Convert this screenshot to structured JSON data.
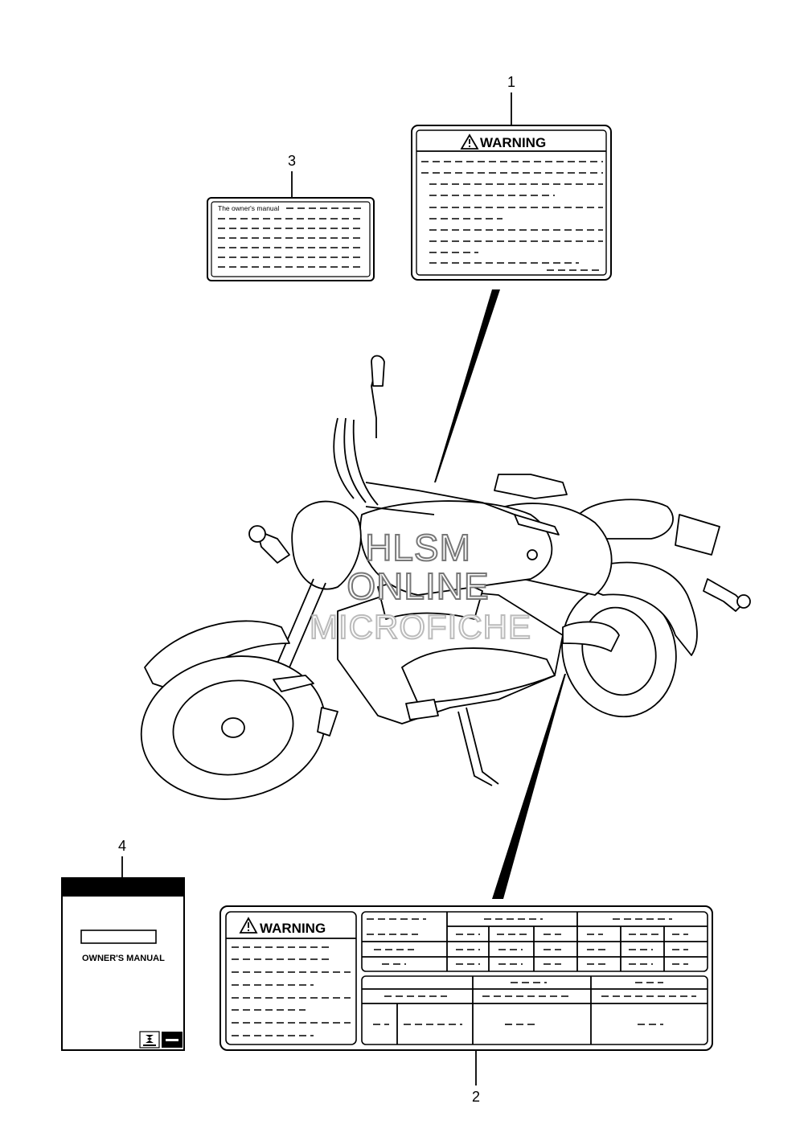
{
  "callouts": [
    "1",
    "2",
    "3",
    "4"
  ],
  "label_1": {
    "heading": "WARNING"
  },
  "label_2": {
    "heading": "WARNING"
  },
  "label_3": {
    "heading": "The owner's manual"
  },
  "label_4": {
    "title": "OWNER'S MANUAL"
  },
  "watermark": [
    "HLSM",
    "ONLINE",
    "MICROFICHE"
  ],
  "icons": [
    "warning-triangle-icon",
    "suzuki-logo-icon"
  ]
}
